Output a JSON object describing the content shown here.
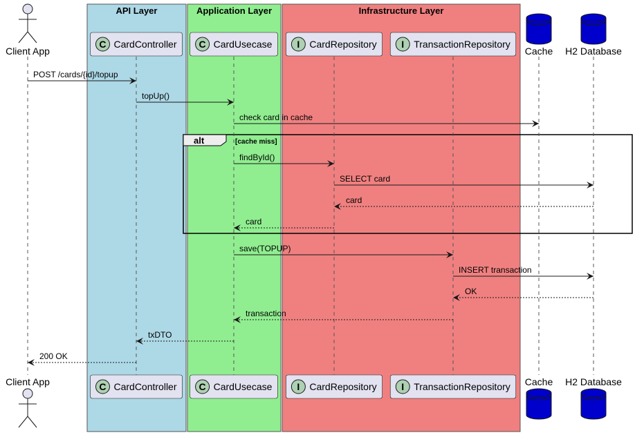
{
  "colors": {
    "background": "#ffffff",
    "participant_fill": "#e2e2f0",
    "participant_stroke": "#181818",
    "class_badge": "#add1b2",
    "database_fill": "#0000cd",
    "actor_fill": "#e2e2f0",
    "line": "#181818",
    "lifeline": "#555555"
  },
  "boxes": [
    {
      "id": "api",
      "title": "API Layer",
      "color": "#add8e6"
    },
    {
      "id": "app",
      "title": "Application Layer",
      "color": "#90ee90"
    },
    {
      "id": "infra",
      "title": "Infrastructure Layer",
      "color": "#f08080"
    }
  ],
  "participants": [
    {
      "id": "client",
      "name": "Client App",
      "kind": "actor"
    },
    {
      "id": "controller",
      "name": "CardController",
      "kind": "class",
      "badge": "C",
      "box": "api"
    },
    {
      "id": "usecase",
      "name": "CardUsecase",
      "kind": "class",
      "badge": "C",
      "box": "app"
    },
    {
      "id": "cardrepo",
      "name": "CardRepository",
      "kind": "interface",
      "badge": "I",
      "box": "infra"
    },
    {
      "id": "txrepo",
      "name": "TransactionRepository",
      "kind": "interface",
      "badge": "I",
      "box": "infra"
    },
    {
      "id": "cache",
      "name": "Cache",
      "kind": "database"
    },
    {
      "id": "h2",
      "name": "H2 Database",
      "kind": "database"
    }
  ],
  "messages": [
    {
      "from": "client",
      "to": "controller",
      "label": "POST /cards/{id}/topup",
      "style": "solid"
    },
    {
      "from": "controller",
      "to": "usecase",
      "label": "topUp()",
      "style": "solid"
    },
    {
      "from": "usecase",
      "to": "cache",
      "label": "check card in cache",
      "style": "solid"
    },
    {
      "from": "usecase",
      "to": "cardrepo",
      "label": "findById()",
      "style": "solid"
    },
    {
      "from": "cardrepo",
      "to": "h2",
      "label": "SELECT card",
      "style": "solid"
    },
    {
      "from": "h2",
      "to": "cardrepo",
      "label": "card",
      "style": "dashed"
    },
    {
      "from": "cardrepo",
      "to": "usecase",
      "label": "card",
      "style": "dashed"
    },
    {
      "from": "usecase",
      "to": "txrepo",
      "label": "save(TOPUP)",
      "style": "solid"
    },
    {
      "from": "txrepo",
      "to": "h2",
      "label": "INSERT transaction",
      "style": "solid"
    },
    {
      "from": "h2",
      "to": "txrepo",
      "label": "OK",
      "style": "dashed"
    },
    {
      "from": "txrepo",
      "to": "usecase",
      "label": "transaction",
      "style": "dashed"
    },
    {
      "from": "usecase",
      "to": "controller",
      "label": "txDTO",
      "style": "dashed"
    },
    {
      "from": "controller",
      "to": "client",
      "label": "200 OK",
      "style": "dashed"
    }
  ],
  "fragment": {
    "keyword": "alt",
    "guard": "[cache miss]",
    "from_message": 3,
    "to_message": 6
  }
}
